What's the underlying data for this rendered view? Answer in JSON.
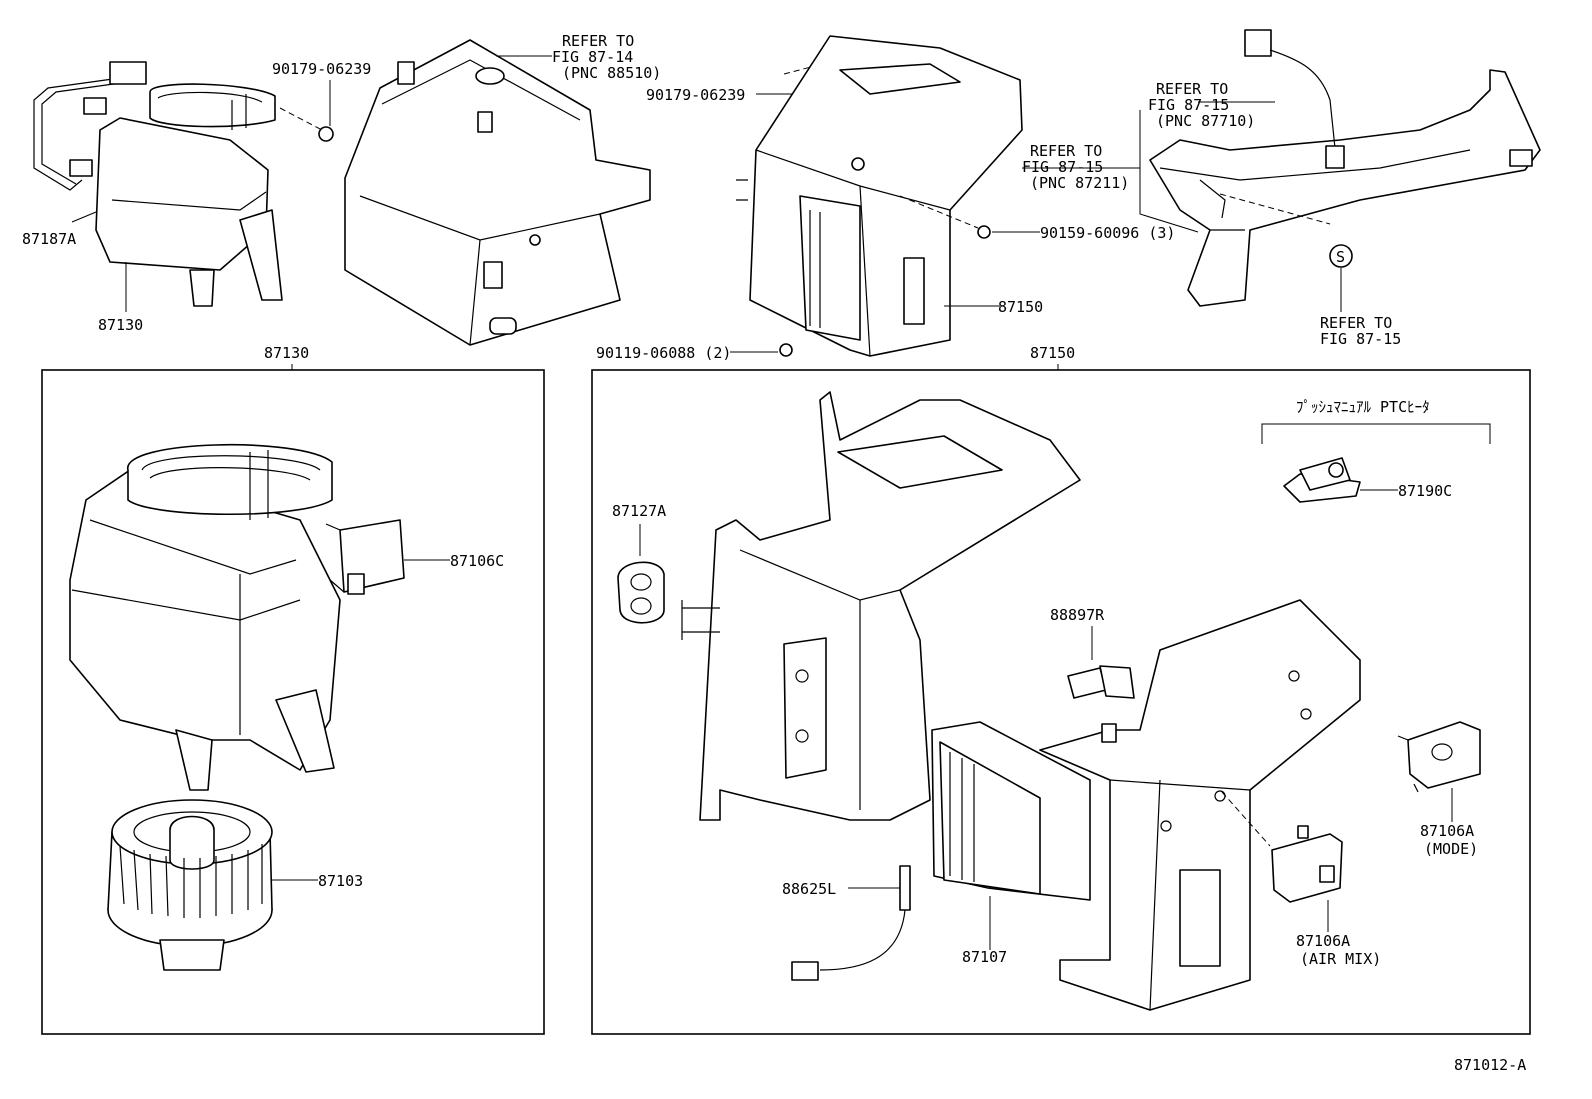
{
  "top_left": {
    "label_90179_a": "90179-06239",
    "label_87187a": "87187A",
    "label_87130": "87130",
    "refer_8714_line1": "REFER TO",
    "refer_8714_line2": "FIG 87-14",
    "refer_8714_line3": "(PNC 88510)"
  },
  "top_mid": {
    "label_90179_b": "90179-06239",
    "label_90159": "90159-60096 (3)",
    "label_87150": "87150",
    "label_90119": "90119-06088 (2)",
    "refer_8715a_line1": "REFER TO",
    "refer_8715a_line2": "FIG 87-15",
    "refer_8715a_line3": "(PNC 87211)"
  },
  "top_right": {
    "refer_8715b_line1": "REFER TO",
    "refer_8715b_line2": "FIG 87-15",
    "refer_8715b_line3": "(PNC 87710)",
    "refer_8715c_line1": "REFER TO",
    "refer_8715c_line2": "FIG 87-15",
    "s_mark": "S"
  },
  "panel_left": {
    "header": "87130",
    "label_87106c": "87106C",
    "label_87103": "87103"
  },
  "panel_right": {
    "header": "87150",
    "ptc_title": "ﾌﾟｯｼｭﾏﾆｭｱﾙ PTCﾋｰﾀ",
    "label_87190c": "87190C",
    "label_87127a": "87127A",
    "label_88897r": "88897R",
    "label_87106a_mode": "87106A",
    "label_mode": "(MODE)",
    "label_88625l": "88625L",
    "label_87107": "87107",
    "label_87106a_airmix": "87106A",
    "label_airmix": "(AIR MIX)"
  },
  "figure_id": "871012-A"
}
